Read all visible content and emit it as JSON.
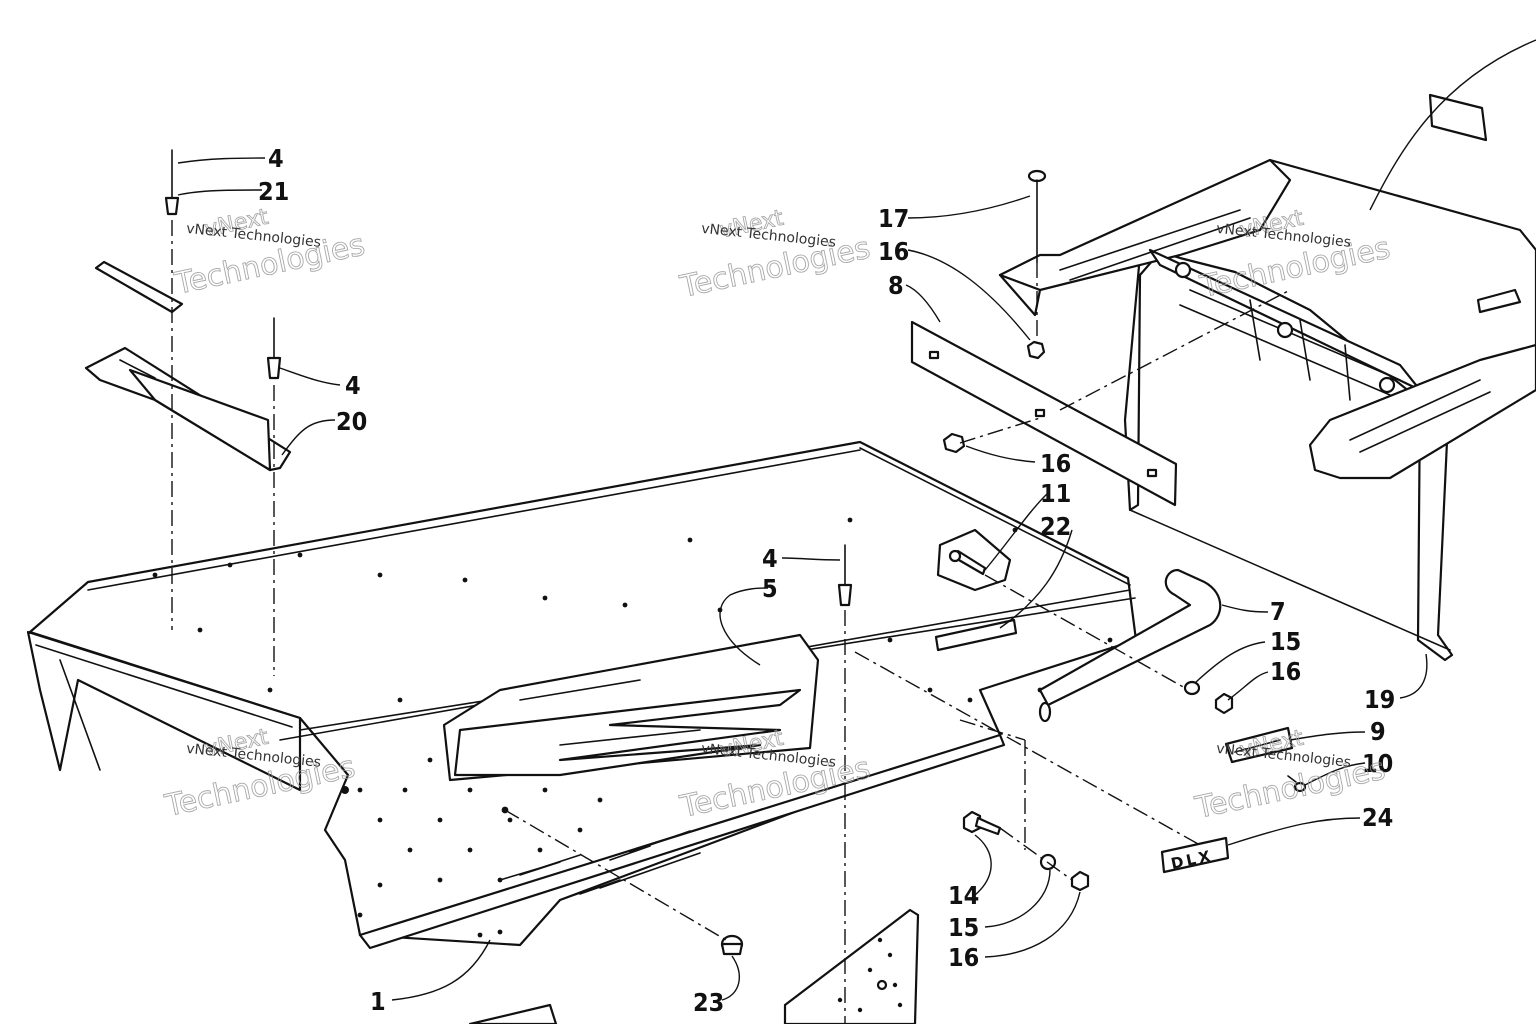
{
  "diagram": {
    "callouts": [
      {
        "id": "c4a",
        "label": "4"
      },
      {
        "id": "c21",
        "label": "21"
      },
      {
        "id": "c4b",
        "label": "4"
      },
      {
        "id": "c20",
        "label": "20"
      },
      {
        "id": "c17",
        "label": "17"
      },
      {
        "id": "c16a",
        "label": "16"
      },
      {
        "id": "c8",
        "label": "8"
      },
      {
        "id": "c16b",
        "label": "16"
      },
      {
        "id": "c11",
        "label": "11"
      },
      {
        "id": "c22",
        "label": "22"
      },
      {
        "id": "c4c",
        "label": "4"
      },
      {
        "id": "c5",
        "label": "5"
      },
      {
        "id": "c7",
        "label": "7"
      },
      {
        "id": "c15a",
        "label": "15"
      },
      {
        "id": "c16c",
        "label": "16"
      },
      {
        "id": "c19",
        "label": "19"
      },
      {
        "id": "c9",
        "label": "9"
      },
      {
        "id": "c10",
        "label": "10"
      },
      {
        "id": "c24",
        "label": "24"
      },
      {
        "id": "c14",
        "label": "14"
      },
      {
        "id": "c15b",
        "label": "15"
      },
      {
        "id": "c16d",
        "label": "16"
      },
      {
        "id": "c1",
        "label": "1"
      },
      {
        "id": "c23",
        "label": "23"
      }
    ],
    "decal_text": "DLX",
    "watermark": {
      "line1": "vNext",
      "line2": "Technologies",
      "small": "vNext Technologies"
    }
  }
}
